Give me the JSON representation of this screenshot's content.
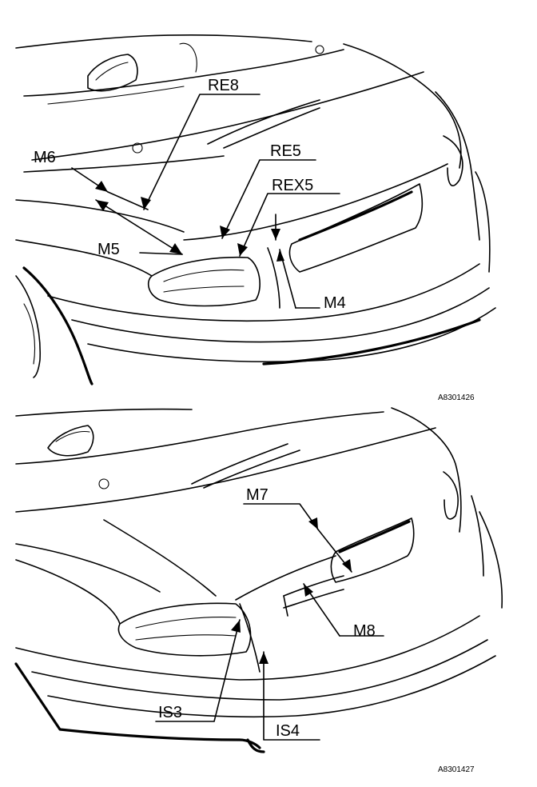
{
  "top_view": {
    "labels": {
      "re8": "RE8",
      "m6": "M6",
      "re5": "RE5",
      "rex5": "REX5",
      "m5": "M5",
      "m4": "M4"
    },
    "reference": "A8301426"
  },
  "bottom_view": {
    "labels": {
      "m7": "M7",
      "m8": "M8",
      "is3": "IS3",
      "is4": "IS4"
    },
    "reference": "A8301427"
  }
}
